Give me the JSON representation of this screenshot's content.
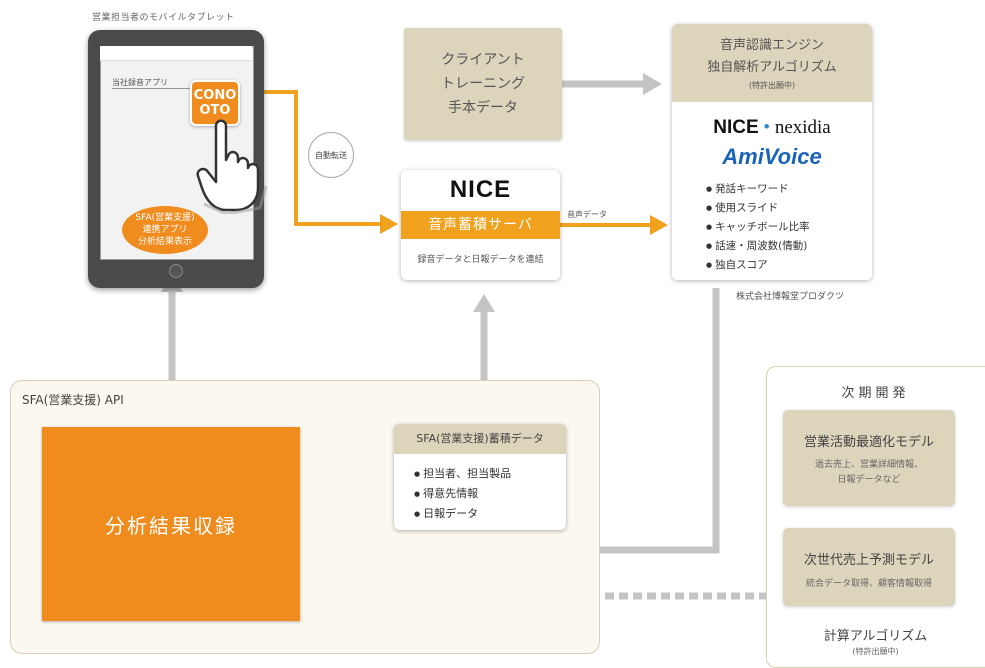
{
  "tablet": {
    "caption": "営業担当者のモバイルタブレット",
    "app_label": "当社録音アプリ",
    "conoto_line1": "CONO",
    "conoto_line2": "OTO",
    "sfa_app_line1": "SFA(営業支援)",
    "sfa_app_line2": "連携アプリ",
    "sfa_app_line3": "分析結果表示"
  },
  "auto_transfer": "自動転送",
  "client_data": {
    "line1": "クライアント",
    "line2": "トレーニング",
    "line3": "手本データ"
  },
  "server": {
    "logo": "NICE",
    "title": "音声蓄積サーバ",
    "subtitle": "録音データと日報データを連結"
  },
  "voice_data_label": "音声データ",
  "engine": {
    "title1": "音声認識エンジン",
    "title2": "独自解析アルゴリズム",
    "patent": "(特許出願中)",
    "nice": "NICE",
    "nexidia": "nexidia",
    "amivoice": "AmiVoice",
    "features": [
      "発話キーワード",
      "使用スライド",
      "キャッチボール比率",
      "話速・周波数(情動)",
      "独自スコア"
    ]
  },
  "company": "株式会社博報堂プロダクツ",
  "sfa_api": {
    "title": "SFA(営業支援) API",
    "analysis": "分析結果収録"
  },
  "sfa_store": {
    "title": "SFA(営業支援)蓄積データ",
    "items": [
      "担当者、担当製品",
      "得意先情報",
      "日報データ"
    ]
  },
  "next_dev": {
    "title": "次期開発",
    "model1_title": "営業活動最適化モデル",
    "model1_sub1": "過去売上、営業詳細情報、",
    "model1_sub2": "日報データなど",
    "model2_title": "次世代売上予測モデル",
    "model2_sub": "統合データ取得、顧客情報取得",
    "algo_title": "計算アルゴリズム",
    "algo_sub": "(特許出願中)"
  },
  "colors": {
    "orange": "#f08c1e",
    "gold": "#f0a21e",
    "beige": "#ddd4bc",
    "gray_arrow": "#c4c4c4",
    "amivoice_blue": "#1b63b7"
  }
}
